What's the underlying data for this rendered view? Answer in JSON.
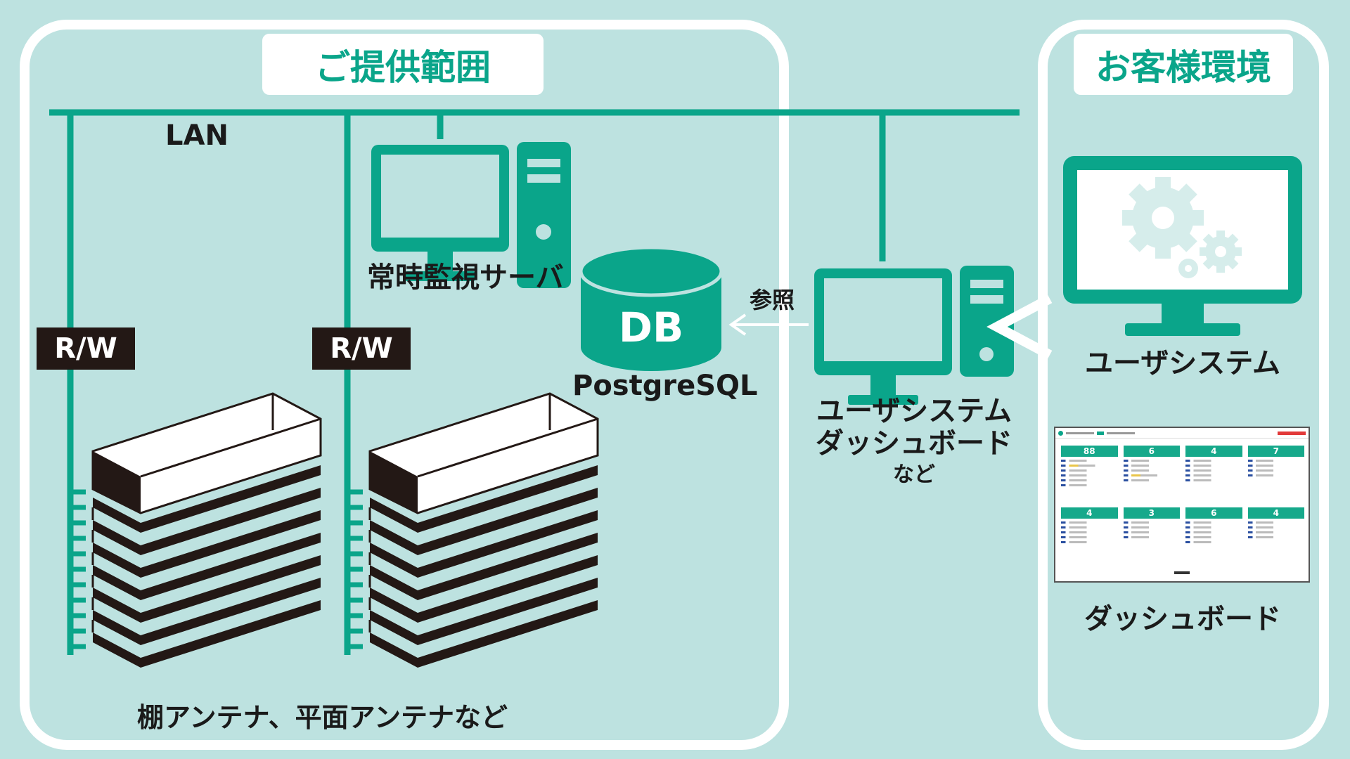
{
  "panels": {
    "left_title": "ご提供範囲",
    "right_title": "お客様環境"
  },
  "network": {
    "lan_label": "LAN",
    "rw_label": "R/W"
  },
  "nodes": {
    "monitor_server": "常時監視サーバ",
    "db_text": "DB",
    "db_engine": "PostgreSQL",
    "reference_label": "参照",
    "dashboard_pc_lines": [
      "ユーザシステム",
      "ダッシュボード",
      "など"
    ],
    "user_system": "ユーザシステム",
    "dashboard": "ダッシュボード",
    "antennas": "棚アンテナ、平面アンテナなど"
  },
  "dashboard_counts": [
    "88",
    "6",
    "4",
    "7",
    "4",
    "3",
    "6",
    "4"
  ],
  "colors": {
    "background": "#bde2e0",
    "accent": "#0aa58a",
    "panel_border": "#ffffff",
    "dark": "#231815"
  },
  "icons": [
    "desktop-pc-icon",
    "database-icon",
    "gear-monitor-icon",
    "shelf-antenna-icon"
  ]
}
